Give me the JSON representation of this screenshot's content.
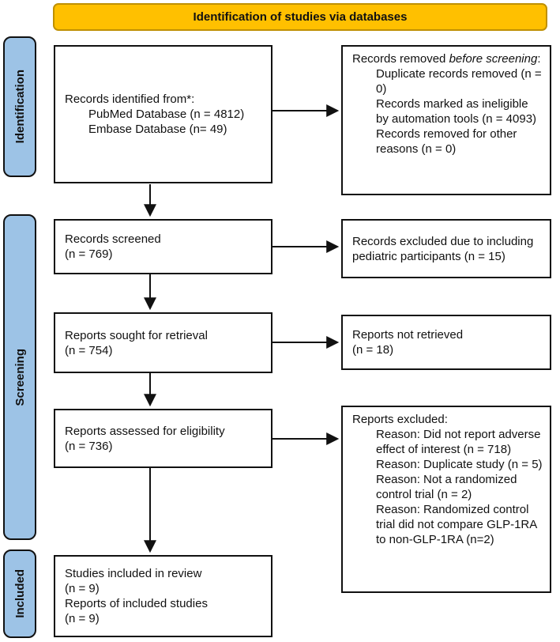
{
  "header": {
    "title": "Identification of studies via databases"
  },
  "colors": {
    "banner_bg": "#FFC000",
    "banner_border": "#BF9000",
    "stage_bg": "#9DC3E6",
    "line": "#111111"
  },
  "stages": [
    {
      "label": "Identification"
    },
    {
      "label": "Screening"
    },
    {
      "label": "Included"
    }
  ],
  "left_boxes": [
    {
      "title": "Records identified from*:",
      "items": [
        "PubMed Database (n = 4812)",
        "Embase Database (n= 49)"
      ]
    },
    {
      "lines": [
        "Records screened",
        "(n = 769)"
      ]
    },
    {
      "lines": [
        "Reports sought for retrieval",
        "(n = 754)"
      ]
    },
    {
      "lines": [
        "Reports assessed for eligibility",
        "(n = 736)"
      ]
    },
    {
      "lines": [
        "Studies included in review",
        "(n = 9)",
        "Reports of included studies",
        "(n = 9)"
      ]
    }
  ],
  "right_boxes": [
    {
      "title_prefix": "Records removed ",
      "title_italic": "before screening",
      "title_suffix": ":",
      "items": [
        "Duplicate records removed (n = 0)",
        "Records marked as ineligible by automation tools (n = 4093)",
        "Records removed for other reasons (n = 0)"
      ]
    },
    {
      "text": "Records excluded due to including pediatric participants (n = 15)"
    },
    {
      "lines": [
        "Reports not retrieved",
        "(n = 18)"
      ]
    },
    {
      "title": "Reports excluded:",
      "items": [
        "Reason: Did not report adverse effect of interest (n = 718)",
        "Reason: Duplicate study (n = 5)",
        "Reason: Not a randomized control trial (n = 2)",
        "Reason: Randomized control trial did not compare GLP-1RA to non-GLP-1RA (n=2)"
      ]
    }
  ]
}
